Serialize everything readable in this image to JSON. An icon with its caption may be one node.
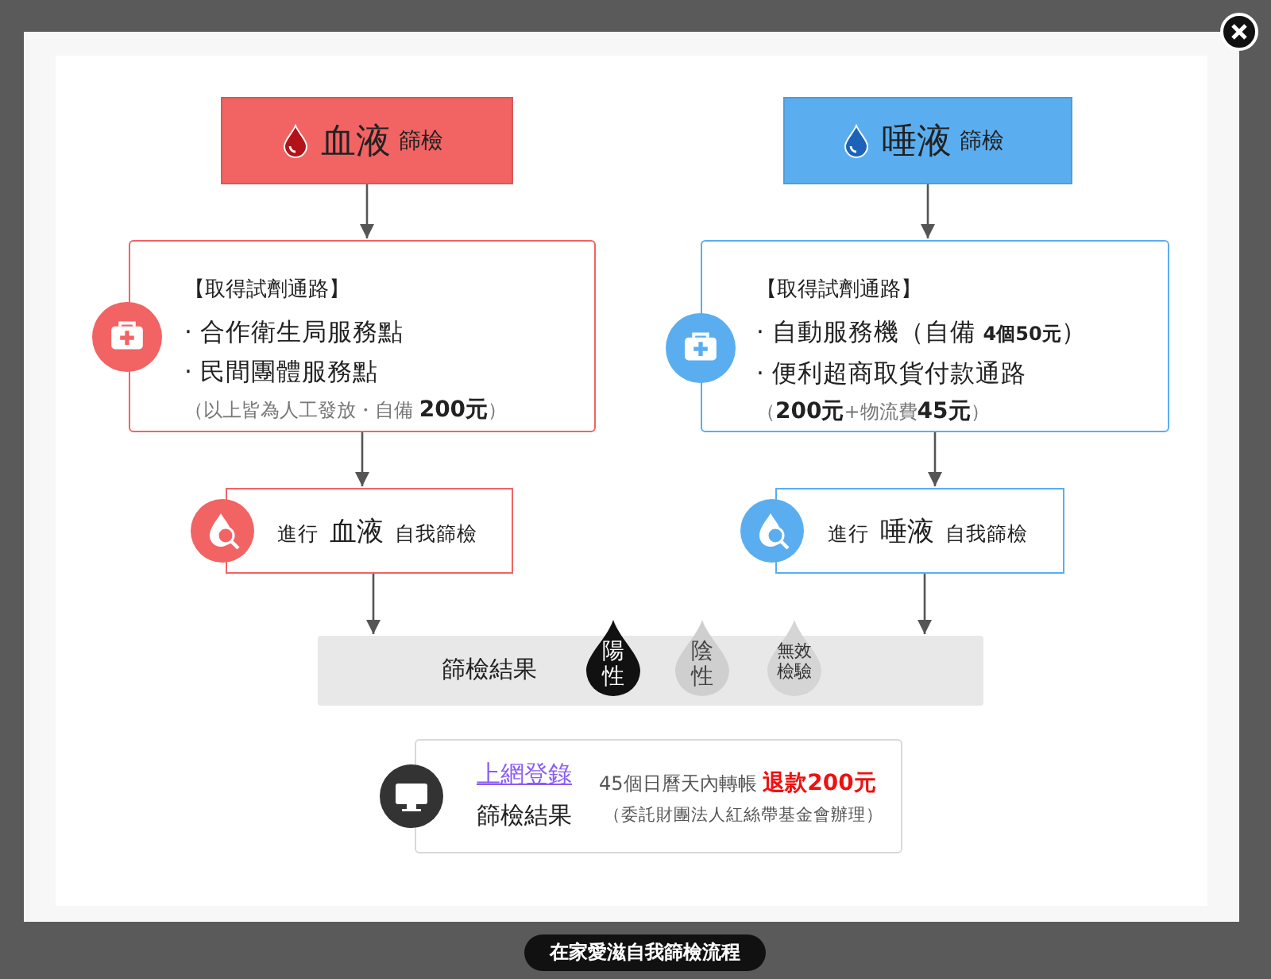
{
  "diagram": {
    "caption": "在家愛滋自我篩檢流程",
    "nodes": [
      {
        "text": [
          "血液",
          "篩檢"
        ]
      },
      {
        "text": [
          "【取得試劑通路】",
          "· 合作衛生局服務點",
          "· 民間團體服務點",
          "（以上皆為人工發放・自備 **200元**）"
        ]
      },
      {
        "text": [
          "進行 **血液** 自我篩檢"
        ]
      },
      {
        "text": [
          "唾液",
          "篩檢"
        ]
      },
      {
        "text": [
          "【取得試劑通路】",
          "· 自動服務機（自備 **4個50元**）",
          "· 便利超商取貨付款通路",
          "（**200元**+物流費**45元**）"
        ]
      },
      {
        "text": [
          "進行 **唾液** 自我篩檢"
        ]
      },
      {
        "text": [
          "篩檢結果"
        ]
      },
      {
        "text": [
          "陽性"
        ],
        "in": 6
      },
      {
        "text": [
          "陰性"
        ],
        "in": 6
      },
      {
        "text": [
          "無效檢驗"
        ],
        "in": 6
      },
      {
        "text": [
          "上網登錄",
          "篩檢結果",
          "45個日曆天內轉帳 **退款200元**",
          "（委託財團法人紅絲帶基金會辦理）"
        ]
      }
    ],
    "edges": [
      {
        "from": 0,
        "to": 1,
        "arrow": "to"
      },
      {
        "from": 1,
        "to": 2,
        "arrow": "to"
      },
      {
        "from": 2,
        "to": 6,
        "arrow": "to"
      },
      {
        "from": 3,
        "to": 4,
        "arrow": "to"
      },
      {
        "from": 4,
        "to": 5,
        "arrow": "to"
      },
      {
        "from": 5,
        "to": 6,
        "arrow": "to"
      }
    ]
  }
}
